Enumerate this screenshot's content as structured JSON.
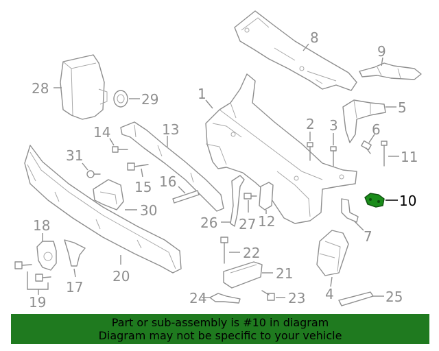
{
  "callouts": {
    "c1": "1",
    "c2": "2",
    "c3": "3",
    "c4": "4",
    "c5": "5",
    "c6": "6",
    "c7": "7",
    "c8": "8",
    "c9": "9",
    "c10": "10",
    "c11": "11",
    "c12": "12",
    "c13": "13",
    "c14": "14",
    "c15": "15",
    "c16": "16",
    "c17": "17",
    "c18": "18",
    "c19": "19",
    "c20": "20",
    "c21": "21",
    "c22": "22",
    "c23": "23",
    "c24": "24",
    "c25": "25",
    "c26": "26",
    "c27": "27",
    "c28": "28",
    "c29": "29",
    "c30": "30",
    "c31": "31"
  },
  "highlight": {
    "part": "10",
    "color": "#1a8c1a"
  },
  "banner": {
    "line1": "Part or sub-assembly is #10 in diagram",
    "line2": "Diagram may not be specific to your vehicle",
    "background": "#1f7a1f"
  }
}
